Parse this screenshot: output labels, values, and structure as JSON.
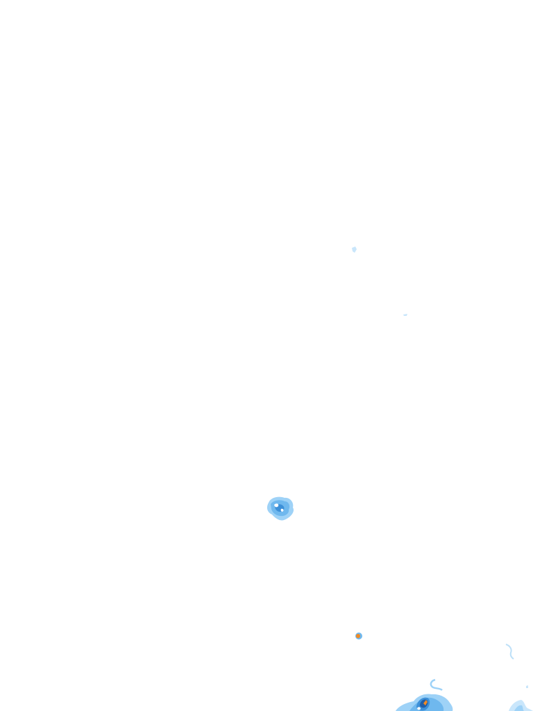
{
  "radar": {
    "palette": {
      "background": "#ffffff",
      "light_rain": "#c9e6fb",
      "light_moderate_rain": "#9ed2f7",
      "moderate_rain": "#6fb8ee",
      "heavy_rain": "#3d90d8",
      "very_heavy_rain": "#1f5ea8",
      "intense_core": "#f08a24"
    },
    "echoes": [
      {
        "id": "speck-north",
        "intensity": "light_rain"
      },
      {
        "id": "speck-east",
        "intensity": "light_rain"
      },
      {
        "id": "central-cell",
        "intensity": "moderate_rain"
      },
      {
        "id": "small-intense-cell",
        "intensity": "intense_core"
      },
      {
        "id": "southern-band",
        "intensity": "heavy_rain"
      },
      {
        "id": "southeast-fragments",
        "intensity": "light_moderate_rain"
      }
    ]
  }
}
